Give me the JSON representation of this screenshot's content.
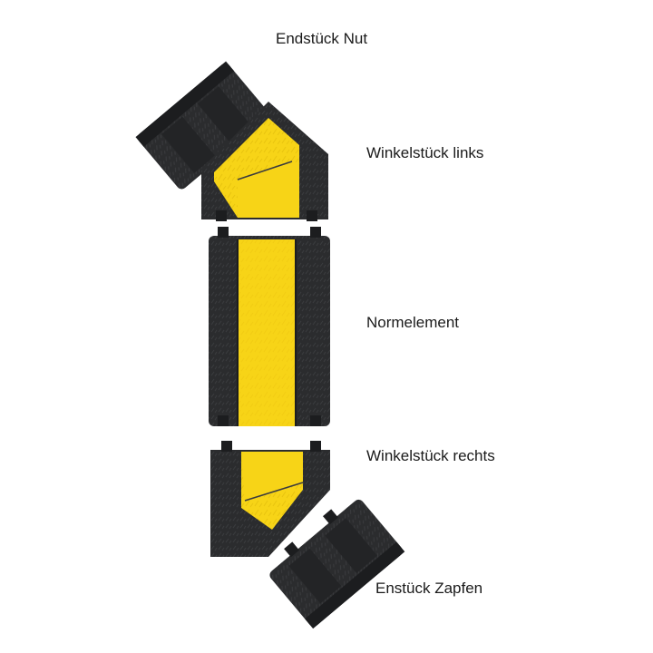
{
  "labels": {
    "end_nut": "Endstück Nut",
    "angle_left": "Winkelstück links",
    "normal": "Normelement",
    "angle_right": "Winkelstück rechts",
    "end_tenon": "Enstück Zapfen"
  },
  "colors": {
    "rubber": "#2b2c2e",
    "rubber_dark": "#1c1d1f",
    "rubber_edge": "#3a3b3e",
    "lid": "#f7d417",
    "lid_shade": "#e3be0c"
  }
}
